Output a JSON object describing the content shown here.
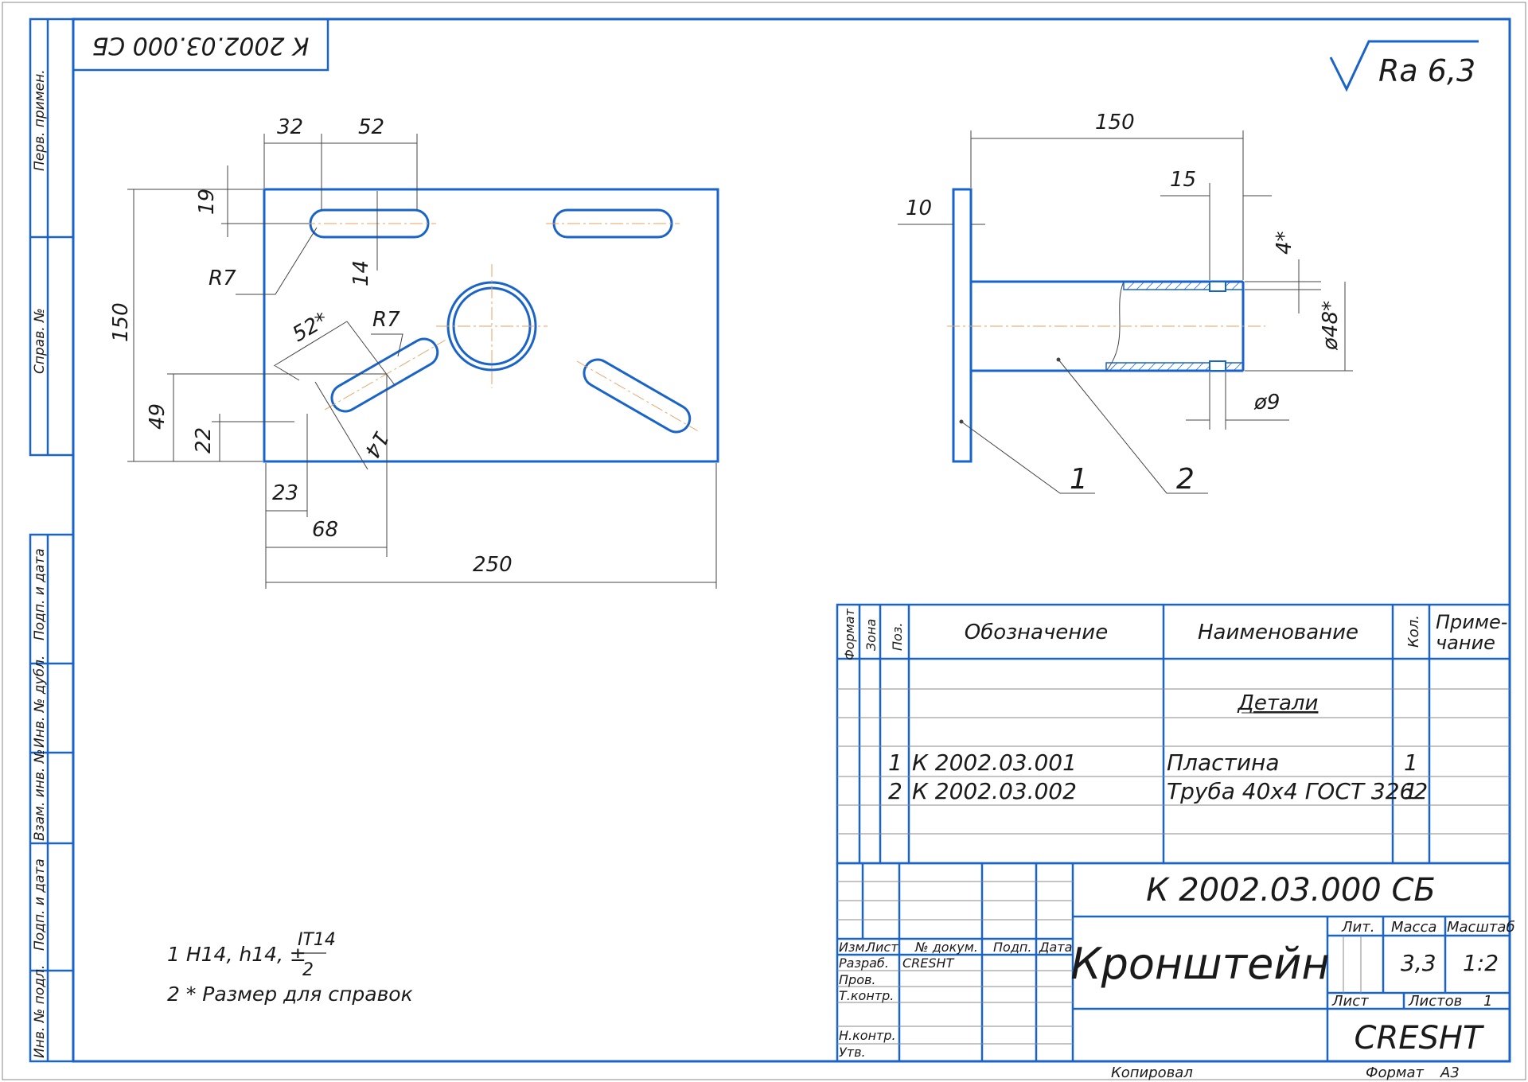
{
  "stamp_top": "К 2002.03.000 СБ",
  "roughness": "Ra 6,3",
  "side_stamps": {
    "perv_primen": "Перв. примен.",
    "sprav_no": "Справ. №",
    "podp_data_1": "Подп. и дата",
    "inv_dubl": "Инв. № дубл.",
    "vzam_inv": "Взам. инв. №",
    "podp_data_2": "Подп. и дата",
    "inv_podl": "Инв. № подл."
  },
  "plan_view": {
    "dims": {
      "d32": "32",
      "d52": "52",
      "d19": "19",
      "d14a": "14",
      "r7a": "R7",
      "d150": "150",
      "d52s": "52*",
      "r7b": "R7",
      "d49": "49",
      "d22": "22",
      "d14b": "14",
      "d23": "23",
      "d68": "68",
      "d250": "250"
    }
  },
  "side_view": {
    "dims": {
      "d150": "150",
      "d15": "15",
      "d10": "10",
      "d4s": "4*",
      "d48": "ø48*",
      "d9": "ø9"
    },
    "callouts": {
      "pos1": "1",
      "pos2": "2"
    }
  },
  "notes": {
    "n1_prefix": "1 H14, h14, ±",
    "n1_num": "IT14",
    "n1_den": "2",
    "n2": "2  * Размер для справок"
  },
  "spec_table": {
    "headers": {
      "format": "Формат",
      "zona": "Зона",
      "poz": "Поз.",
      "oboznachenie": "Обозначение",
      "naimenovanie": "Наименование",
      "kol": "Кол.",
      "prim_1": "Приме-",
      "prim_2": "чание"
    },
    "section": "Детали",
    "rows": [
      {
        "poz": "1",
        "oboz": "К 2002.03.001",
        "naim": "Пластина",
        "kol": "1"
      },
      {
        "poz": "2",
        "oboz": "К 2002.03.002",
        "naim": "Труба 40х4  ГОСТ 3262",
        "kol": "1"
      }
    ]
  },
  "title_block": {
    "designation": "К 2002.03.000 СБ",
    "name": "Кронштейн",
    "izm": "Изм.",
    "list": "Лист",
    "n_dokum": "№ докум.",
    "podp": "Подп.",
    "data": "Дата",
    "razrab": "Разраб.",
    "razrab_name": "CRESHT",
    "prov": "Пров.",
    "tkontr": "Т.контр.",
    "nkontr": "Н.контр.",
    "utv": "Утв.",
    "lit": "Лит.",
    "massa": "Масса",
    "masshtab": "Масштаб",
    "massa_val": "3,3",
    "masshtab_val": "1:2",
    "list_label": "Лист",
    "listov_label": "Листов",
    "listov_val": "1",
    "org": "CRESHT"
  },
  "footer": {
    "kopiroval": "Копировал",
    "format": "Формат",
    "format_val": "А3"
  },
  "colors": {
    "frame": "#1a63c9",
    "axis": "#e8a060",
    "text": "#1a1a1a"
  }
}
